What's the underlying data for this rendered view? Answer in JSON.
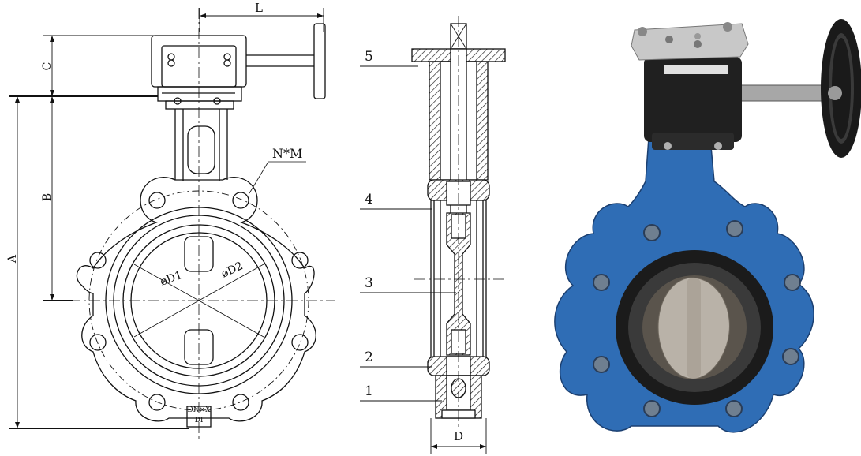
{
  "front_view": {
    "dim_L": "L",
    "dim_C": "C",
    "dim_B": "B",
    "dim_A": "A",
    "bolt_label": "N*M",
    "d1_label": "øD1",
    "d2_label": "øD2",
    "body_mark_1": "DN×X",
    "body_mark_2": "DI"
  },
  "section_view": {
    "part_labels": [
      "5",
      "4",
      "3",
      "2",
      "1"
    ],
    "dim_D": "D"
  },
  "photo": {
    "body_color": "#2f6db5",
    "liner_color": "#1b1b1b",
    "disc_color": "#b9b2a8",
    "gearbox_color": "#202020",
    "cap_color": "#c8c8c8",
    "handwheel_color": "#1a1a1a"
  }
}
